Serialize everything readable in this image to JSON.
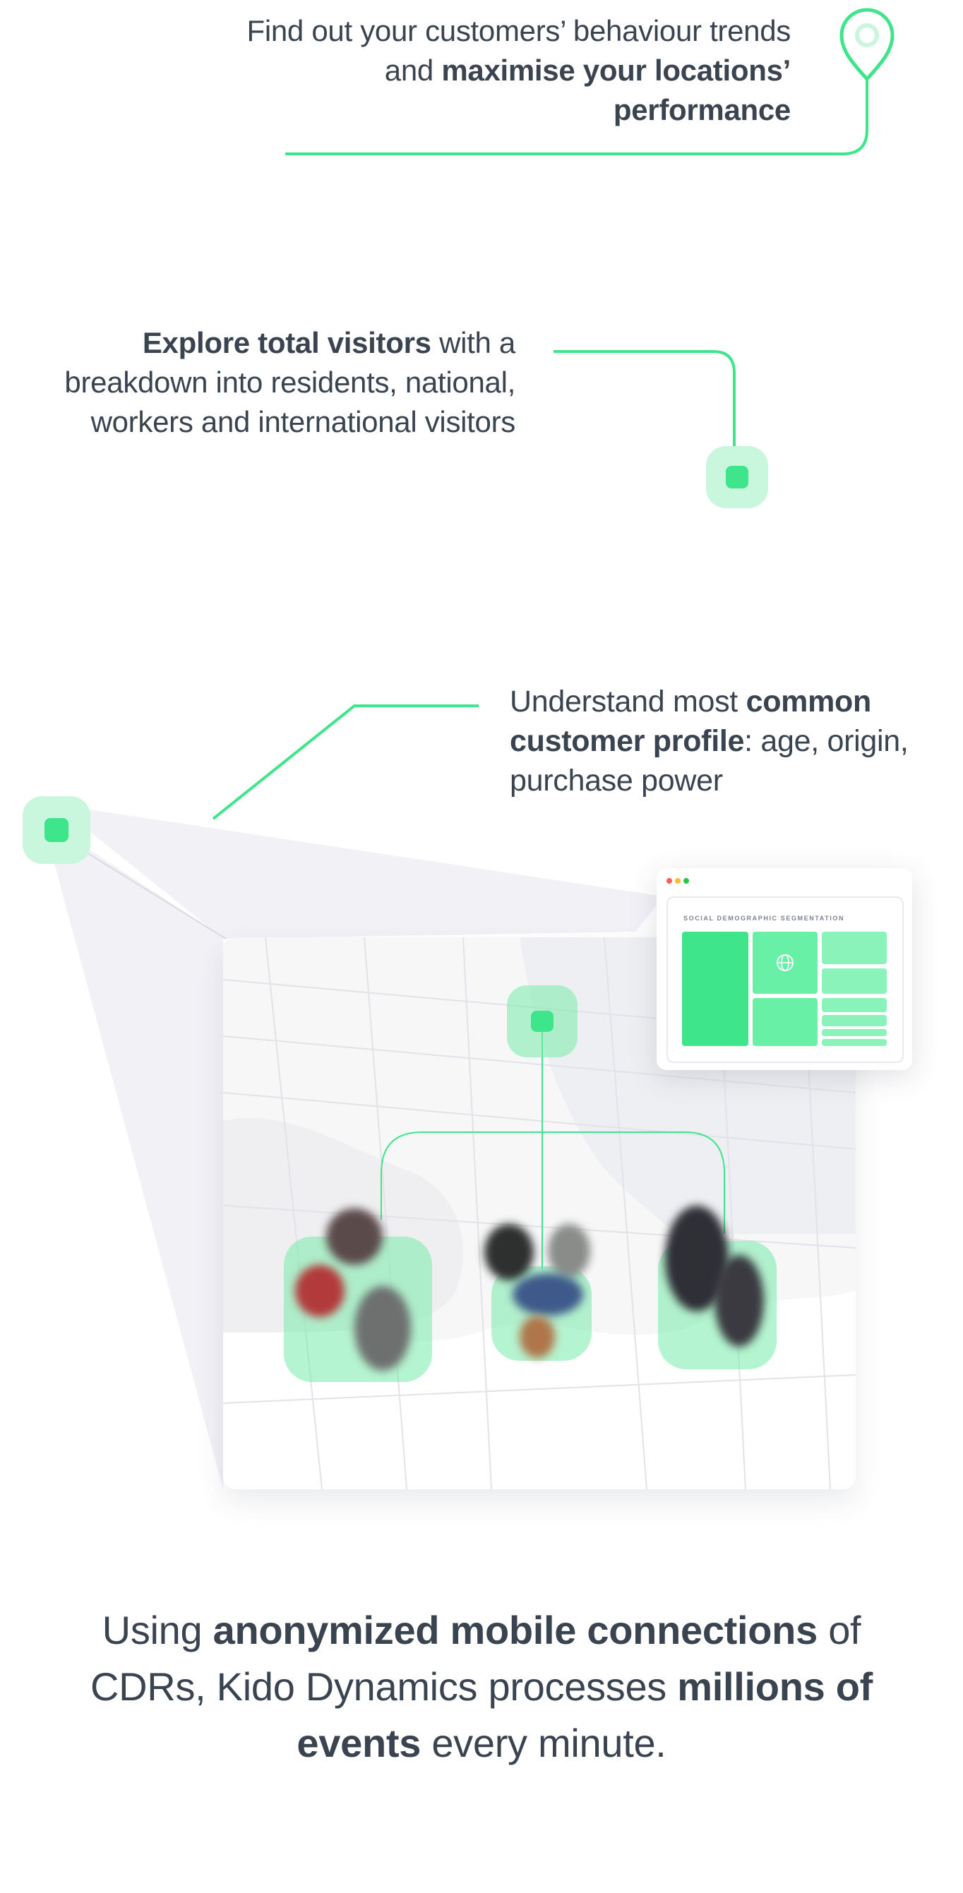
{
  "section_1": {
    "text_part_1": "Find out your customers’ behaviour trends and ",
    "text_bold": "maximise your locations’ performance"
  },
  "section_2": {
    "text_bold": "Explore total visitors",
    "text_part_2": " with a breakdown into residents, national, workers and international visitors"
  },
  "section_3": {
    "text_part_1": "Understand most ",
    "text_bold": "common customer profile",
    "text_part_2": ": age, origin, purchase power"
  },
  "dashboard": {
    "title": "SOCIAL DEMOGRAPHIC SEGMENTATION"
  },
  "footer": {
    "text_part_1": "Using ",
    "bold_1": "anonymized mobile connections",
    "text_part_2": " of CDRs, Kido Dynamics processes ",
    "bold_2": "millions of events",
    "text_part_3": " every minute."
  },
  "colors": {
    "accent": "#3ee58b",
    "accent_light": "#c9f7dd",
    "text": "#3a4350",
    "map_bg": "#f7f7f8"
  },
  "icons": [
    "location-pin-icon",
    "globe-icon",
    "window-controls-icon"
  ]
}
